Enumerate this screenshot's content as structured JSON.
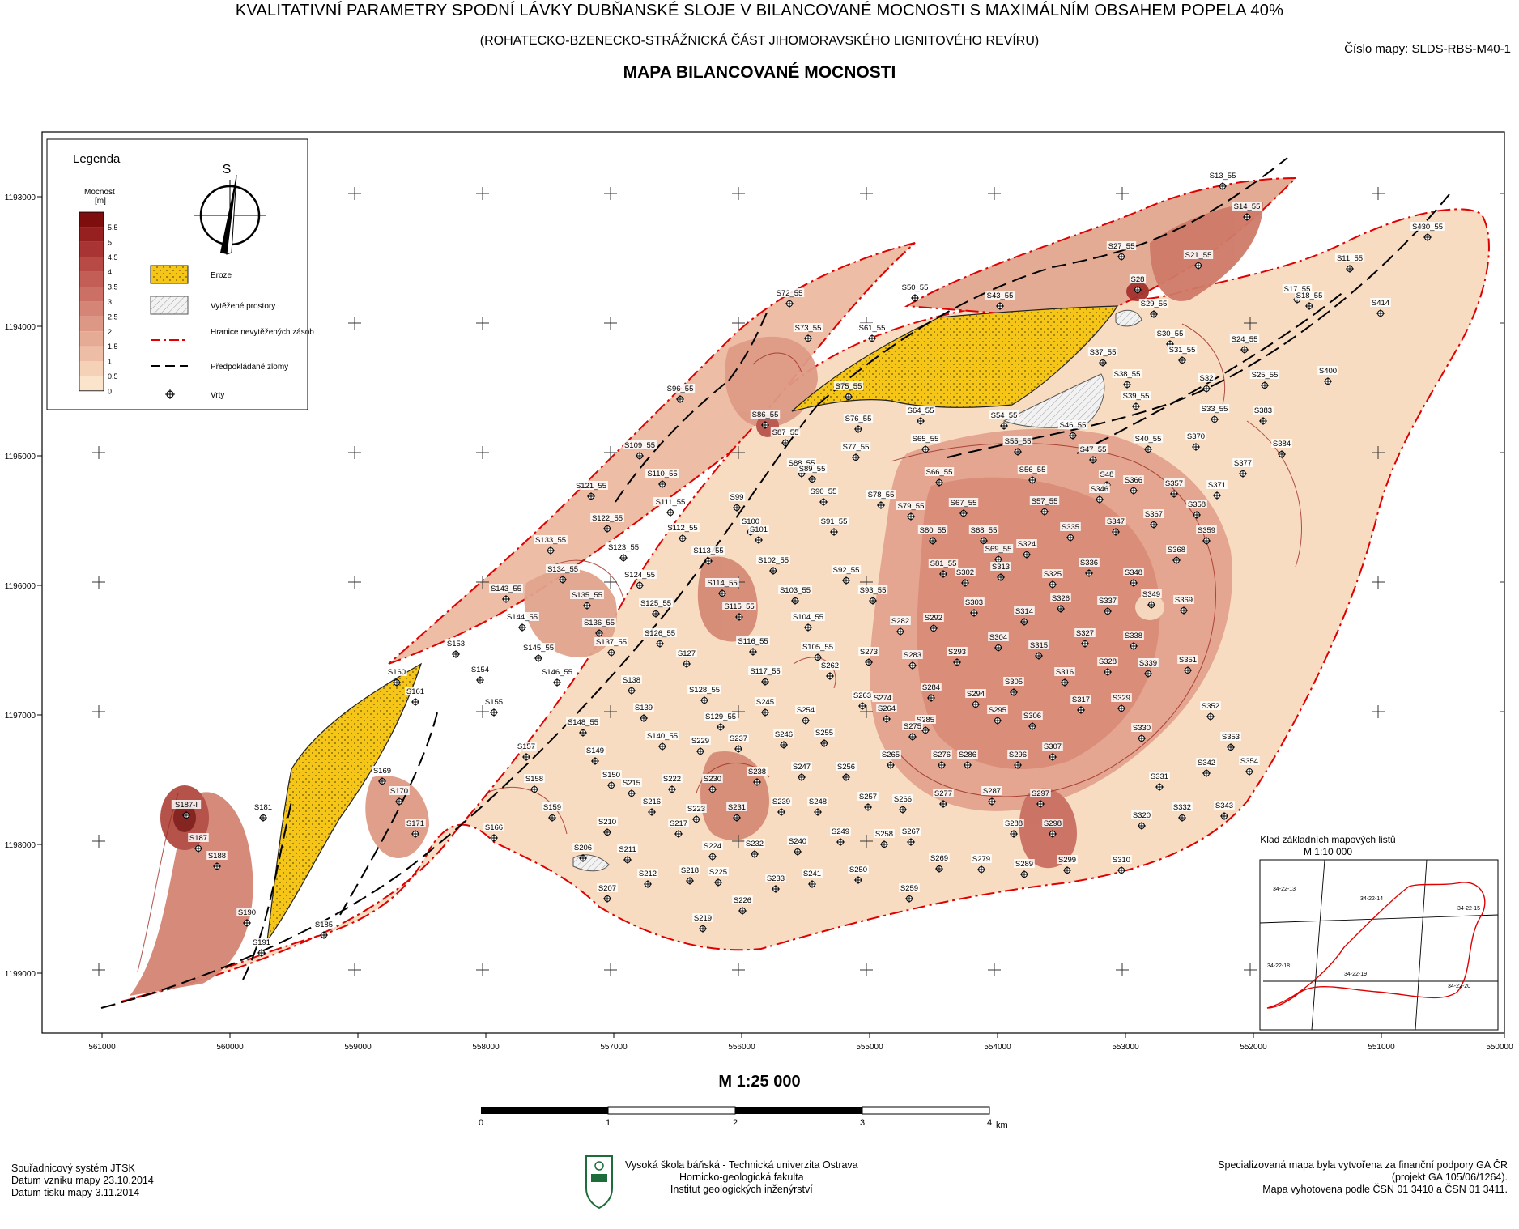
{
  "header": {
    "title": "KVALITATIVNÍ PARAMETRY SPODNÍ LÁVKY DUBŇANSKÉ SLOJE  V BILANCOVANÉ MOCNOSTI S MAXIMÁLNÍM OBSAHEM POPELA 40%",
    "subtitle": "(ROHATECKO-BZENECKO-STRÁŽNICKÁ ČÁST JIHOMORAVSKÉHO LIGNITOVÉHO REVÍRU)",
    "map_type": "MAPA BILANCOVANÉ MOCNOSTI",
    "map_number": "Číslo mapy: SLDS-RBS-M40-1"
  },
  "legend": {
    "title": "Legenda",
    "scale_title": "Mocnost",
    "scale_unit": "[m]",
    "scale_values": [
      "5.5",
      "5",
      "4.5",
      "4",
      "3.5",
      "3",
      "2.5",
      "2",
      "1.5",
      "1",
      "0.5",
      "0"
    ],
    "scale_colors": [
      "#7e0d0d",
      "#962020",
      "#a93434",
      "#b84a46",
      "#c35e56",
      "#cc7066",
      "#d58576",
      "#dd9885",
      "#e5ab94",
      "#edbea5",
      "#f4d1b7",
      "#fbe4cc"
    ],
    "items": [
      {
        "label": "Eroze",
        "color": "#f5c518"
      },
      {
        "label": "Vytěžené prostory",
        "color": "#e6e6e6"
      },
      {
        "label": "Hranice nevytěžených zásob",
        "color": "#e00000"
      },
      {
        "label": "Předpokládané zlomy",
        "color": "#000000"
      },
      {
        "label": "Vrty",
        "color": "#000000"
      }
    ],
    "north_label": "S"
  },
  "axes": {
    "y_ticks": [
      "1193000",
      "1194000",
      "1195000",
      "1196000",
      "1197000",
      "1198000",
      "1199000"
    ],
    "x_ticks": [
      "561000",
      "560000",
      "559000",
      "558000",
      "557000",
      "556000",
      "555000",
      "554000",
      "553000",
      "552000",
      "551000",
      "550000"
    ]
  },
  "boreholes": [
    [
      "S13_55",
      1510,
      230
    ],
    [
      "S14_55",
      1540,
      268
    ],
    [
      "S21_55",
      1480,
      328
    ],
    [
      "S27_55",
      1385,
      317
    ],
    [
      "S28",
      1405,
      358
    ],
    [
      "S29_55",
      1425,
      388
    ],
    [
      "S11_55",
      1667,
      332
    ],
    [
      "S17_55",
      1602,
      370
    ],
    [
      "S18_55",
      1617,
      378
    ],
    [
      "S414",
      1705,
      387
    ],
    [
      "S430_55",
      1763,
      293
    ],
    [
      "S400",
      1640,
      471
    ],
    [
      "S30_55",
      1445,
      425
    ],
    [
      "S31_55",
      1460,
      445
    ],
    [
      "S24_55",
      1537,
      432
    ],
    [
      "S25_55",
      1562,
      476
    ],
    [
      "S32",
      1490,
      480
    ],
    [
      "S33_55",
      1500,
      518
    ],
    [
      "S383",
      1560,
      520
    ],
    [
      "S384",
      1583,
      561
    ],
    [
      "S377",
      1535,
      585
    ],
    [
      "S370",
      1477,
      552
    ],
    [
      "S371",
      1503,
      612
    ],
    [
      "S358",
      1478,
      636
    ],
    [
      "S359",
      1490,
      668
    ],
    [
      "S37_55",
      1362,
      448
    ],
    [
      "S38_55",
      1392,
      475
    ],
    [
      "S39_55",
      1403,
      502
    ],
    [
      "S40_55",
      1418,
      555
    ],
    [
      "S46_55",
      1325,
      538
    ],
    [
      "S47_55",
      1350,
      568
    ],
    [
      "S48",
      1367,
      599
    ],
    [
      "S346",
      1358,
      617
    ],
    [
      "S366",
      1400,
      606
    ],
    [
      "S357",
      1450,
      610
    ],
    [
      "S367",
      1425,
      648
    ],
    [
      "S347",
      1378,
      657
    ],
    [
      "S368",
      1453,
      692
    ],
    [
      "S348",
      1400,
      720
    ],
    [
      "S349",
      1422,
      747
    ],
    [
      "S369",
      1462,
      754
    ],
    [
      "S337",
      1368,
      755
    ],
    [
      "S338",
      1400,
      798
    ],
    [
      "S339",
      1418,
      832
    ],
    [
      "S351",
      1467,
      828
    ],
    [
      "S50_55",
      1130,
      368
    ],
    [
      "S43_55",
      1235,
      378
    ],
    [
      "S61_55",
      1077,
      418
    ],
    [
      "S64_55",
      1137,
      520
    ],
    [
      "S54_55",
      1240,
      526
    ],
    [
      "S55_55",
      1257,
      558
    ],
    [
      "S65_55",
      1143,
      555
    ],
    [
      "S56_55",
      1275,
      593
    ],
    [
      "S57_55",
      1290,
      632
    ],
    [
      "S335",
      1322,
      664
    ],
    [
      "S336",
      1345,
      708
    ],
    [
      "S325",
      1300,
      722
    ],
    [
      "S326",
      1310,
      752
    ],
    [
      "S327",
      1340,
      795
    ],
    [
      "S328",
      1368,
      830
    ],
    [
      "S66_55",
      1160,
      596
    ],
    [
      "S67_55",
      1190,
      634
    ],
    [
      "S68_55",
      1215,
      668
    ],
    [
      "S69_55",
      1233,
      691
    ],
    [
      "S313",
      1236,
      713
    ],
    [
      "S324",
      1268,
      685
    ],
    [
      "S314",
      1265,
      768
    ],
    [
      "S315",
      1283,
      810
    ],
    [
      "S316",
      1315,
      843
    ],
    [
      "S317",
      1335,
      877
    ],
    [
      "S329",
      1385,
      875
    ],
    [
      "S330",
      1410,
      912
    ],
    [
      "S352",
      1495,
      885
    ],
    [
      "S353",
      1520,
      923
    ],
    [
      "S354",
      1543,
      953
    ],
    [
      "S342",
      1490,
      955
    ],
    [
      "S343",
      1512,
      1008
    ],
    [
      "S331",
      1432,
      972
    ],
    [
      "S332",
      1460,
      1010
    ],
    [
      "S320",
      1410,
      1020
    ],
    [
      "S310",
      1385,
      1075
    ],
    [
      "S72_55",
      975,
      375
    ],
    [
      "S73_55",
      998,
      418
    ],
    [
      "S75_55",
      1048,
      490
    ],
    [
      "S76_55",
      1060,
      530
    ],
    [
      "S77_55",
      1057,
      565
    ],
    [
      "S79_55",
      1125,
      638
    ],
    [
      "S80_55",
      1152,
      668
    ],
    [
      "S81_55",
      1165,
      709
    ],
    [
      "S302",
      1192,
      720
    ],
    [
      "S303",
      1203,
      757
    ],
    [
      "S78_55",
      1088,
      624
    ],
    [
      "S91_55",
      1030,
      657
    ],
    [
      "S92_55",
      1045,
      717
    ],
    [
      "S93_55",
      1078,
      742
    ],
    [
      "S282",
      1112,
      780
    ],
    [
      "S292",
      1153,
      776
    ],
    [
      "S293",
      1182,
      818
    ],
    [
      "S283",
      1127,
      822
    ],
    [
      "S284",
      1150,
      862
    ],
    [
      "S304",
      1233,
      800
    ],
    [
      "S305",
      1252,
      855
    ],
    [
      "S294",
      1205,
      870
    ],
    [
      "S285",
      1143,
      902
    ],
    [
      "S295",
      1232,
      890
    ],
    [
      "S306",
      1275,
      897
    ],
    [
      "S307",
      1300,
      935
    ],
    [
      "S296",
      1257,
      945
    ],
    [
      "S286",
      1195,
      945
    ],
    [
      "S276",
      1163,
      945
    ],
    [
      "S275",
      1127,
      910
    ],
    [
      "S265",
      1100,
      945
    ],
    [
      "S277",
      1165,
      993
    ],
    [
      "S287",
      1225,
      990
    ],
    [
      "S297",
      1285,
      993
    ],
    [
      "S298",
      1300,
      1030
    ],
    [
      "S288",
      1252,
      1030
    ],
    [
      "S289",
      1265,
      1080
    ],
    [
      "S299",
      1318,
      1075
    ],
    [
      "S279",
      1212,
      1074
    ],
    [
      "S269",
      1160,
      1073
    ],
    [
      "S266",
      1115,
      1000
    ],
    [
      "S267",
      1125,
      1040
    ],
    [
      "S258",
      1092,
      1043
    ],
    [
      "S259",
      1123,
      1110
    ],
    [
      "S250",
      1060,
      1087
    ],
    [
      "S249",
      1038,
      1040
    ],
    [
      "S256",
      1045,
      960
    ],
    [
      "S257",
      1072,
      997
    ],
    [
      "S273",
      1073,
      818
    ],
    [
      "S263",
      1065,
      872
    ],
    [
      "S274",
      1090,
      875
    ],
    [
      "S264",
      1095,
      888
    ],
    [
      "S262",
      1025,
      835
    ],
    [
      "S255",
      1018,
      918
    ],
    [
      "S254",
      995,
      890
    ],
    [
      "S246",
      968,
      920
    ],
    [
      "S247",
      990,
      960
    ],
    [
      "S248",
      1010,
      1003
    ],
    [
      "S239",
      965,
      1003
    ],
    [
      "S240",
      985,
      1052
    ],
    [
      "S241",
      1003,
      1092
    ],
    [
      "S233",
      958,
      1098
    ],
    [
      "S232",
      932,
      1055
    ],
    [
      "S231",
      910,
      1010
    ],
    [
      "S238",
      935,
      966
    ],
    [
      "S237",
      912,
      925
    ],
    [
      "S245",
      945,
      880
    ],
    [
      "S230",
      880,
      975
    ],
    [
      "S222",
      830,
      975
    ],
    [
      "S223",
      860,
      1012
    ],
    [
      "S217",
      838,
      1030
    ],
    [
      "S224",
      880,
      1058
    ],
    [
      "S218",
      852,
      1088
    ],
    [
      "S225",
      887,
      1090
    ],
    [
      "S226",
      917,
      1125
    ],
    [
      "S219",
      868,
      1147
    ],
    [
      "S229",
      865,
      928
    ],
    [
      "S212",
      800,
      1092
    ],
    [
      "S211",
      775,
      1062
    ],
    [
      "S207",
      750,
      1110
    ],
    [
      "S206",
      720,
      1060
    ],
    [
      "S210",
      750,
      1028
    ],
    [
      "S215",
      780,
      980
    ],
    [
      "S216",
      805,
      1003
    ],
    [
      "S150",
      755,
      970
    ],
    [
      "S149",
      735,
      940
    ],
    [
      "S148_55",
      720,
      905
    ],
    [
      "S158",
      660,
      975
    ],
    [
      "S159",
      682,
      1010
    ],
    [
      "S157",
      650,
      935
    ],
    [
      "S166",
      610,
      1035
    ],
    [
      "S155",
      610,
      880
    ],
    [
      "S154",
      593,
      840
    ],
    [
      "S153",
      563,
      808
    ],
    [
      "S160",
      490,
      843
    ],
    [
      "S161",
      513,
      867
    ],
    [
      "S169",
      472,
      965
    ],
    [
      "S170",
      493,
      990
    ],
    [
      "S171",
      513,
      1030
    ],
    [
      "S181",
      325,
      1010
    ],
    [
      "S187-I",
      230,
      1007
    ],
    [
      "S187",
      245,
      1048
    ],
    [
      "S188",
      268,
      1070
    ],
    [
      "S190",
      305,
      1140
    ],
    [
      "S191",
      323,
      1177
    ],
    [
      "S185",
      400,
      1155
    ],
    [
      "S143_55",
      625,
      740
    ],
    [
      "S144_55",
      645,
      775
    ],
    [
      "S145_55",
      665,
      813
    ],
    [
      "S146_55",
      688,
      843
    ],
    [
      "S133_55",
      680,
      680
    ],
    [
      "S134_55",
      695,
      716
    ],
    [
      "S135_55",
      725,
      748
    ],
    [
      "S136_55",
      740,
      782
    ],
    [
      "S137_55",
      755,
      806
    ],
    [
      "S138",
      780,
      853
    ],
    [
      "S139",
      795,
      887
    ],
    [
      "S140_55",
      818,
      922
    ],
    [
      "S121_55",
      730,
      613
    ],
    [
      "S122_55",
      750,
      653
    ],
    [
      "S123_55",
      770,
      689
    ],
    [
      "S124_55",
      790,
      723
    ],
    [
      "S125_55",
      810,
      758
    ],
    [
      "S126_55",
      815,
      795
    ],
    [
      "S127",
      848,
      820
    ],
    [
      "S128_55",
      870,
      865
    ],
    [
      "S129_55",
      890,
      898
    ],
    [
      "S109_55",
      790,
      563
    ],
    [
      "S110_55",
      818,
      598
    ],
    [
      "S111_55",
      828,
      633
    ],
    [
      "S112_55",
      843,
      665
    ],
    [
      "S113_55",
      875,
      693
    ],
    [
      "S114_55",
      892,
      733
    ],
    [
      "S115_55",
      913,
      762
    ],
    [
      "S116_55",
      930,
      805
    ],
    [
      "S117_55",
      945,
      842
    ],
    [
      "S99",
      910,
      627
    ],
    [
      "S100",
      927,
      657
    ],
    [
      "S101",
      937,
      667
    ],
    [
      "S102_55",
      955,
      705
    ],
    [
      "S103_55",
      982,
      742
    ],
    [
      "S104_55",
      998,
      775
    ],
    [
      "S105_55",
      1010,
      812
    ],
    [
      "S96_55",
      840,
      493
    ],
    [
      "S86_55",
      945,
      525
    ],
    [
      "S87_55",
      970,
      547
    ],
    [
      "S88_55",
      990,
      585
    ],
    [
      "S89_55",
      1003,
      592
    ],
    [
      "S90_55",
      1017,
      620
    ]
  ],
  "index_map": {
    "title": "Klad základních mapových listů",
    "subtitle": "M 1:10 000",
    "sheets": [
      "34-22-13",
      "34-22-14",
      "34-22-15",
      "34-22-18",
      "34-22-19",
      "34-22-20"
    ]
  },
  "scale": {
    "title": "M 1:25 000",
    "ticks": [
      "0",
      "1",
      "2",
      "3",
      "4"
    ],
    "unit": "km"
  },
  "footer": {
    "left": [
      "Souřadnicový systém JTSK",
      "Datum vzniku mapy 23.10.2014",
      "Datum tisku mapy 3.11.2014"
    ],
    "center": [
      "Vysoká škola báňská - Technická univerzita Ostrava",
      "Hornicko-geologická fakulta",
      "Institut geologických inženýrství"
    ],
    "right": [
      "Specializovaná mapa byla vytvořena za finanční podpory GA ČR",
      "(projekt GA 105/06/1264).",
      "Mapa vyhotovena podle ČSN 01 3410 a ČSN 01 3411."
    ]
  }
}
